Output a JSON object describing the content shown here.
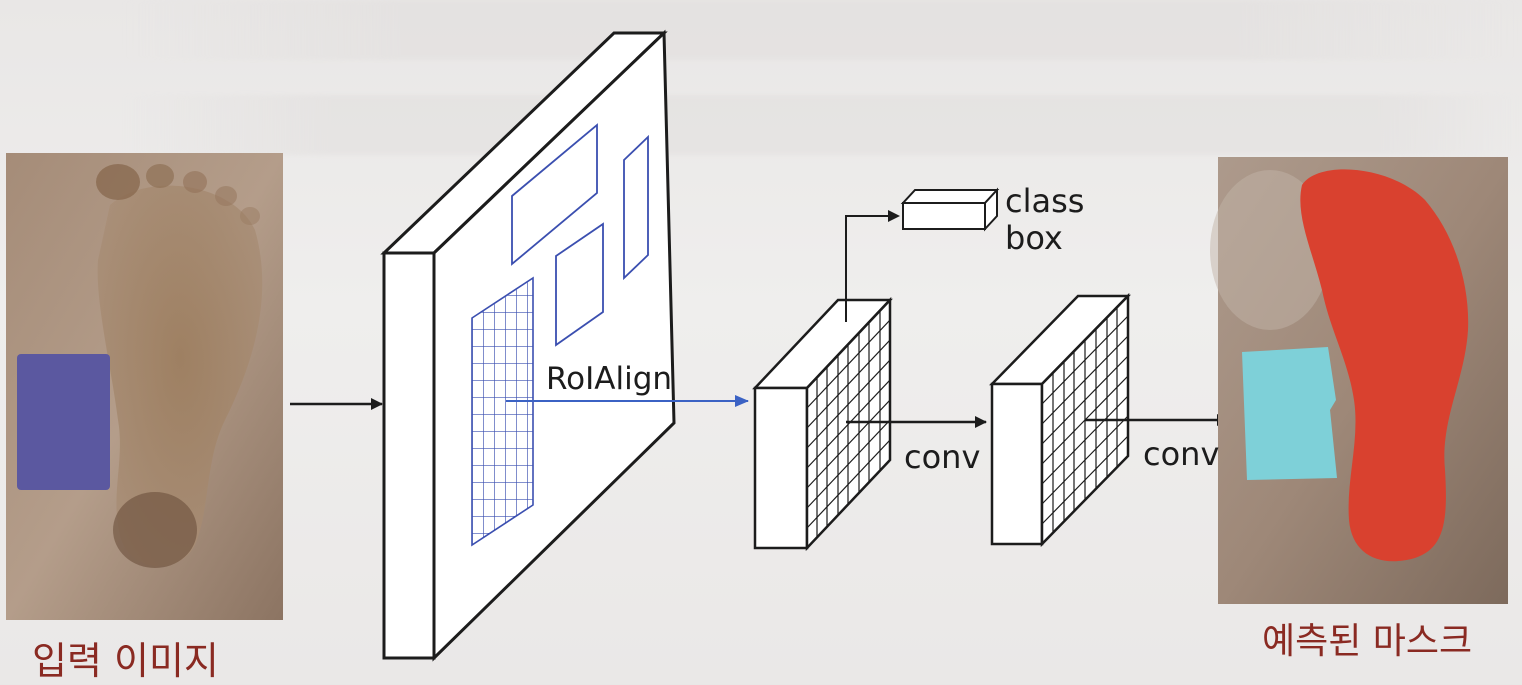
{
  "diagram": {
    "input_caption": "입력 이미지",
    "output_caption": "예측된 마스크",
    "roialign_label": "RoIAlign",
    "class_label": "class",
    "box_label": "box",
    "conv1_label": "conv",
    "conv2_label": "conv"
  },
  "colors": {
    "caption": "#8a2a22",
    "roi_blue": "#3b4fb0",
    "input_patch": "#5b58a0",
    "mask_red": "#d9412f",
    "mask_cyan": "#7ed0d8"
  }
}
